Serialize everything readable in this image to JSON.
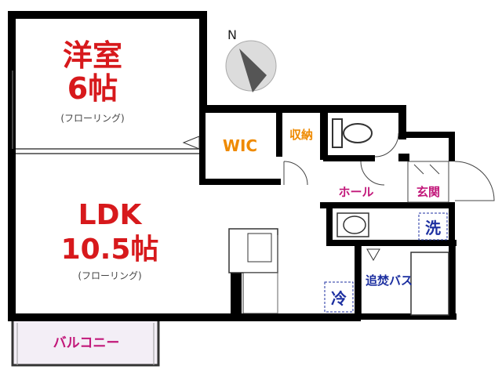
{
  "compass": {
    "label": "N"
  },
  "rooms": {
    "western": {
      "name": "洋室",
      "size": "6帖",
      "floor": "(フローリング)"
    },
    "wic": {
      "name": "WIC"
    },
    "storage": {
      "name": "収納"
    },
    "hall": {
      "name": "ホール"
    },
    "entrance": {
      "name": "玄関"
    },
    "ldk": {
      "name": "LDK",
      "size": "10.5帖",
      "floor": "(フローリング)"
    },
    "washer": {
      "name": "洗"
    },
    "fridge": {
      "name": "冷"
    },
    "bath": {
      "name": "追焚バス"
    },
    "balcony": {
      "name": "バルコニー"
    }
  },
  "colors": {
    "room_red": "#d7191c",
    "wic_orange": "#ef8a00",
    "label_magenta": "#c2187a",
    "bath_navy": "#1c2fa0",
    "balcony_fill": "#f3eef6"
  }
}
